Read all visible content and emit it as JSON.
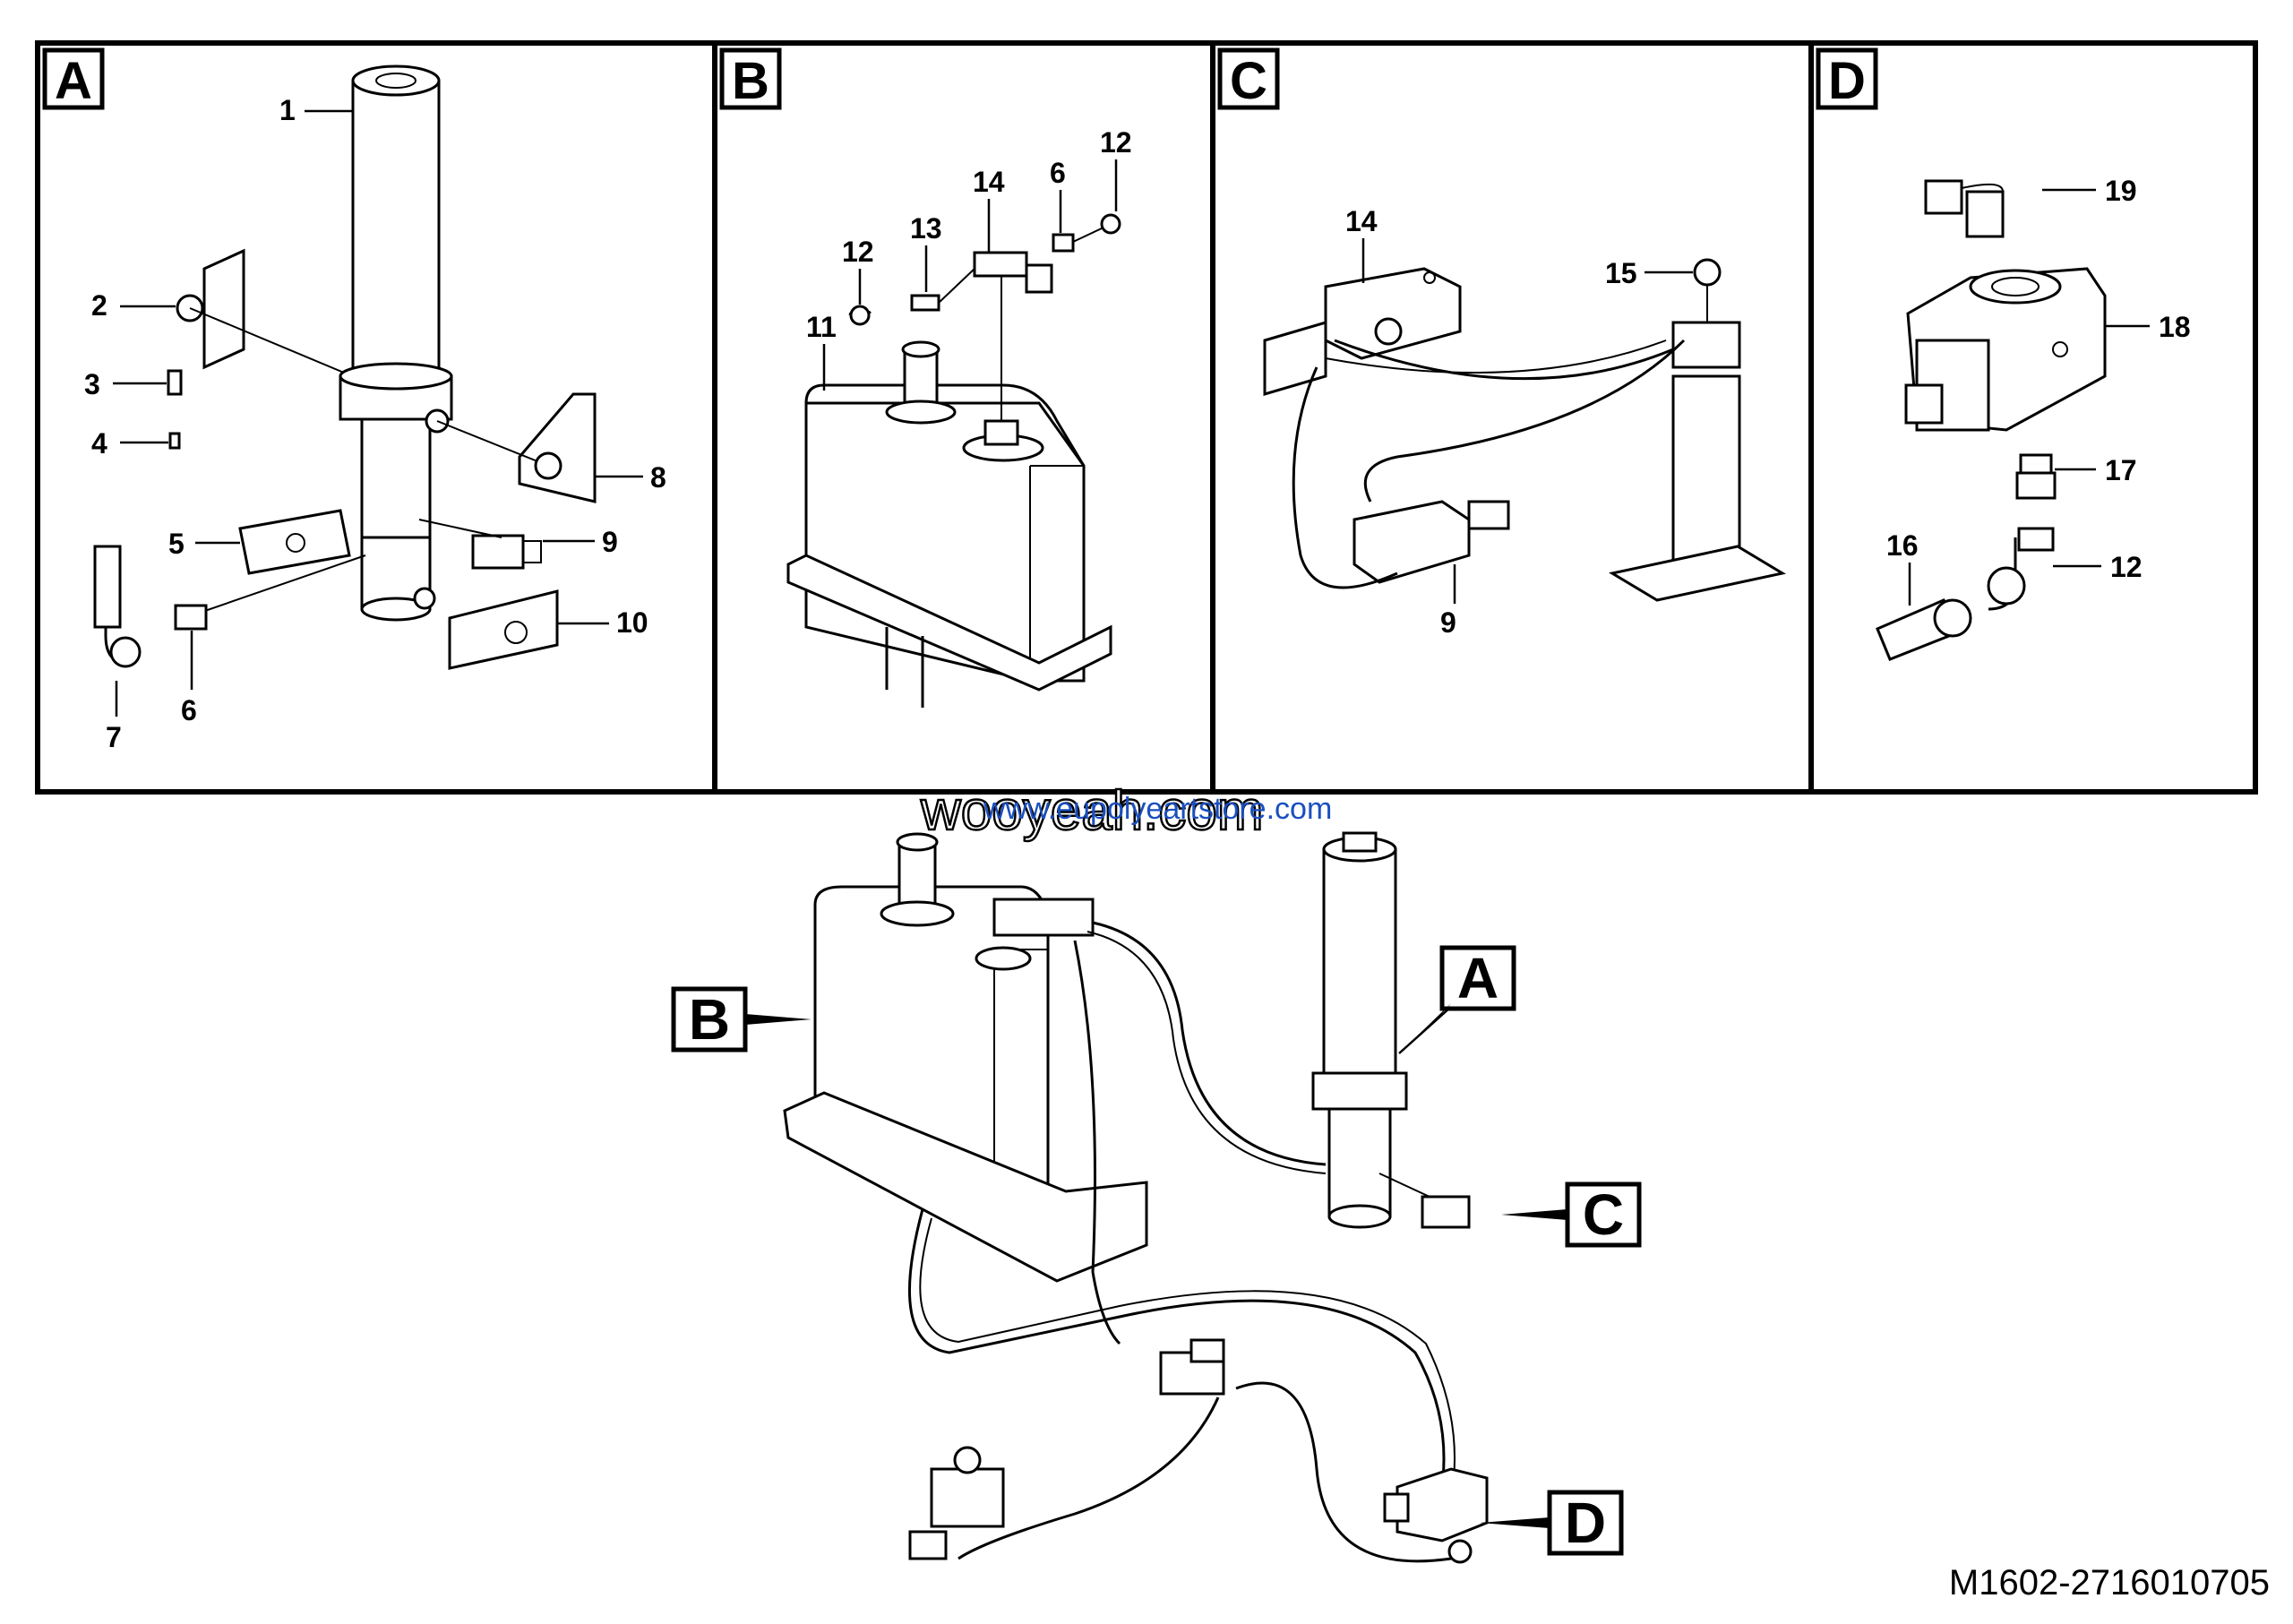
{
  "panels": [
    {
      "letter": "A",
      "callouts": [
        "1",
        "2",
        "3",
        "4",
        "5",
        "6",
        "7",
        "8",
        "9",
        "10"
      ]
    },
    {
      "letter": "B",
      "callouts": [
        "11",
        "12",
        "13",
        "14",
        "6",
        "12"
      ]
    },
    {
      "letter": "C",
      "callouts": [
        "14",
        "15",
        "9"
      ]
    },
    {
      "letter": "D",
      "callouts": [
        "19",
        "18",
        "17",
        "16",
        "12"
      ]
    }
  ],
  "overview": {
    "labels": [
      "A",
      "B",
      "C",
      "D"
    ]
  },
  "watermarks": [
    "wooyeah.com",
    "www.eupolyeartstore.com"
  ],
  "drawing_number": "M1602-2716010705"
}
